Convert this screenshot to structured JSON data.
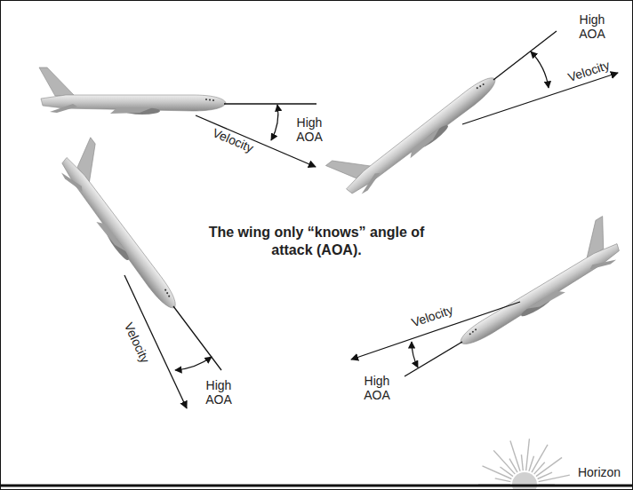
{
  "diagram": {
    "title": "The wing only “knows” angle of attack (AOA).",
    "labels": [
      "High AOA",
      "Velocity",
      "High AOA",
      "Velocity",
      "Velocity",
      "High AOA",
      "Velocity",
      "High AOA",
      "Horizon"
    ]
  }
}
